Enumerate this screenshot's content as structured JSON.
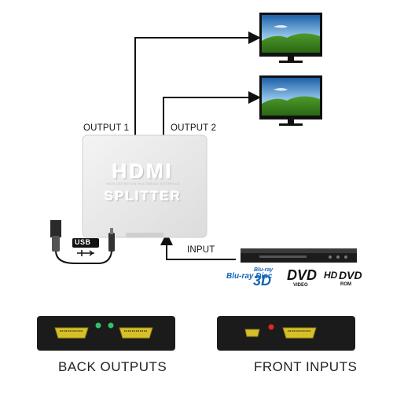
{
  "labels": {
    "output1": "OUTPUT 1",
    "output2": "OUTPUT 2",
    "input": "INPUT",
    "back": "BACK OUTPUTS",
    "front": "FRONT INPUTS"
  },
  "device": {
    "logo": "HDMI",
    "logo_sub": "HIGH-DEFINITION MULTIMEDIA INTERFACE",
    "name": "SPLITTER"
  },
  "usb": {
    "badge": "USB"
  },
  "formats": {
    "bluray": "Blu-ray Disc",
    "bluray3d_top": "Blu-ray",
    "bluray3d": "3D",
    "dvd": "DVD",
    "dvd_sub": "VIDEO",
    "hddvd_hd": "HD",
    "hddvd": "DVD",
    "hddvd_sub": "ROM"
  },
  "colors": {
    "line": "#111111",
    "device_body": "#e9e9e9",
    "panel": "#1b1b1b",
    "port_gold": "#d6c02a",
    "led_green": "#2fc36b",
    "led_red": "#e3261f",
    "bluray_blue": "#1464b4"
  }
}
